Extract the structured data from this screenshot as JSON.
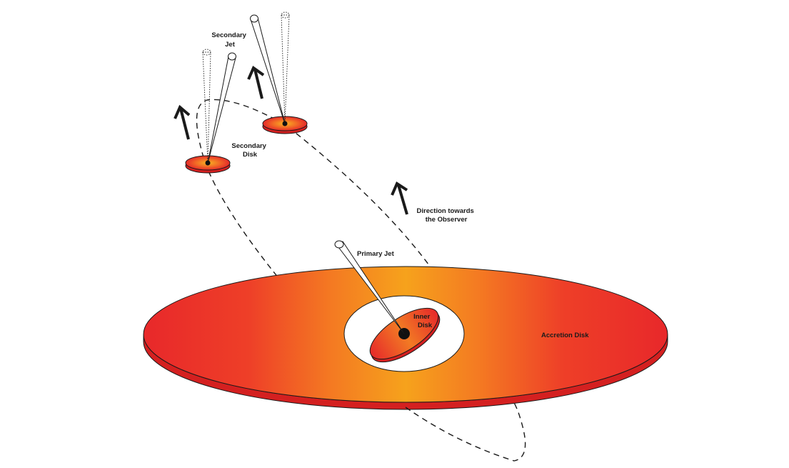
{
  "labels": {
    "secondary_jet": [
      "Secondary",
      "Jet"
    ],
    "secondary_disk": [
      "Secondary",
      "Disk"
    ],
    "direction": [
      "Direction towards",
      "the Observer"
    ],
    "primary_jet": "Primary Jet",
    "inner_disk": [
      "Inner",
      "Disk"
    ],
    "accretion_disk": "Accretion Disk"
  },
  "colors": {
    "disk_edge": "#e8282a",
    "disk_center": "#f6a21c",
    "disk_rim": "#d42020",
    "outline": "#1a1a1a",
    "background": "#ffffff"
  }
}
